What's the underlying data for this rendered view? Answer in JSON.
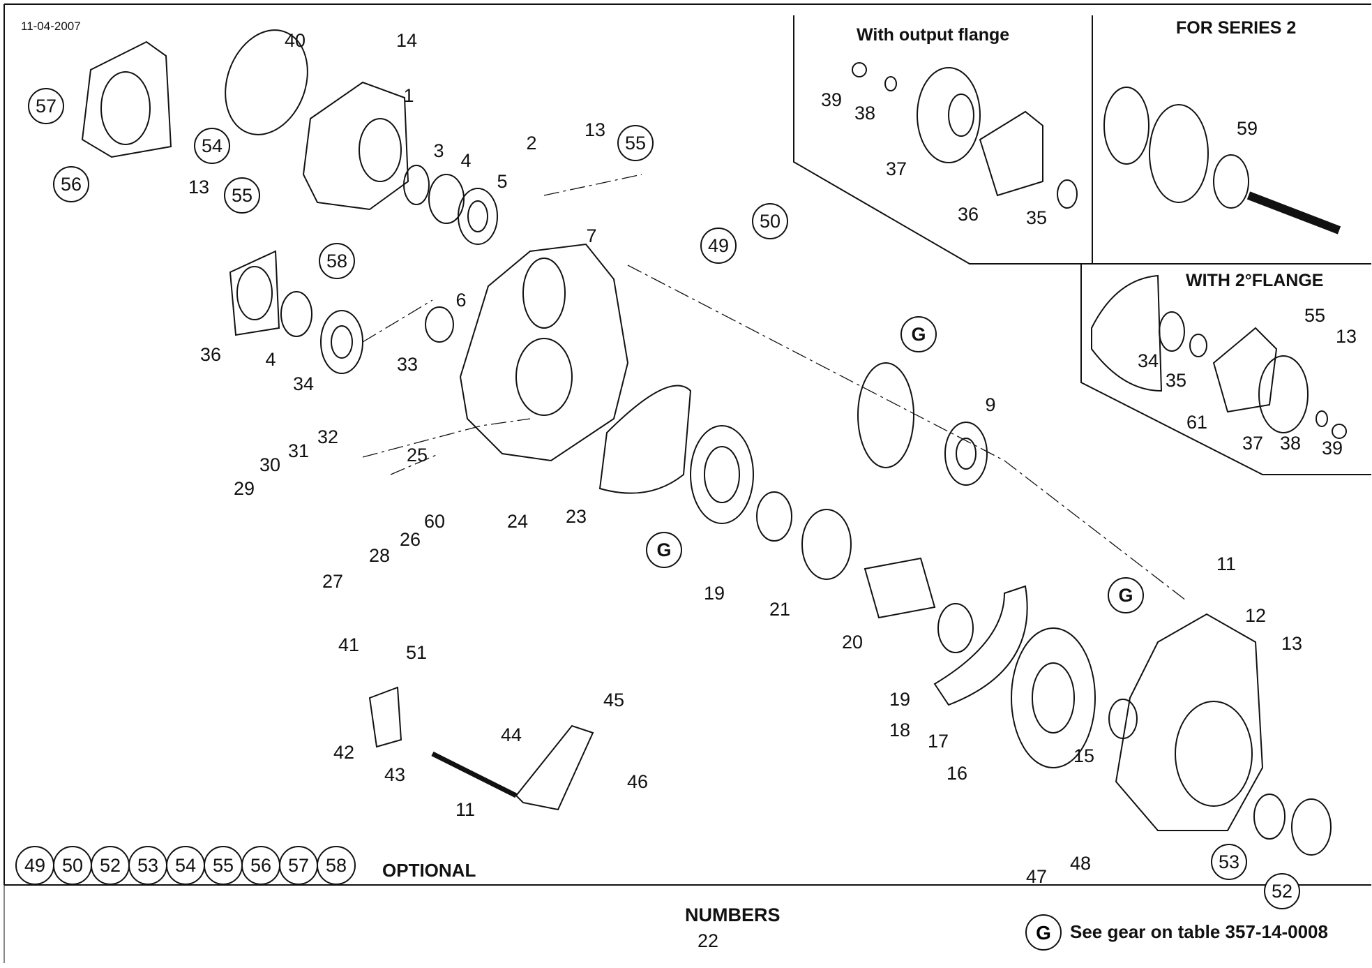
{
  "header": {
    "date": "11-04-2007"
  },
  "insets": {
    "output_flange": {
      "title": "With output flange",
      "callouts": [
        "39",
        "38",
        "37",
        "36",
        "35"
      ]
    },
    "series2": {
      "title": "FOR SERIES 2",
      "callouts": [
        "59"
      ]
    },
    "second_flange": {
      "title": "WITH 2°FLANGE",
      "callouts": [
        "55",
        "13",
        "34",
        "35",
        "61",
        "37",
        "38",
        "39"
      ]
    }
  },
  "callouts": [
    "40",
    "14",
    "1",
    "57",
    "56",
    "54",
    "13",
    "55",
    "3",
    "4",
    "5",
    "2",
    "13",
    "55",
    "7",
    "36",
    "58",
    "4",
    "34",
    "33",
    "6",
    "49",
    "50",
    "G",
    "9",
    "32",
    "31",
    "30",
    "29",
    "25",
    "60",
    "26",
    "28",
    "27",
    "24",
    "23",
    "G",
    "19",
    "21",
    "20",
    "19",
    "18",
    "17",
    "16",
    "G",
    "11",
    "12",
    "13",
    "15",
    "41",
    "51",
    "42",
    "43",
    "44",
    "45",
    "46",
    "11",
    "47",
    "48",
    "53",
    "52"
  ],
  "optional": {
    "numbers": [
      "49",
      "50",
      "52",
      "53",
      "54",
      "55",
      "56",
      "57",
      "58"
    ],
    "label": "OPTIONAL"
  },
  "footer": {
    "numbers_title": "NUMBERS",
    "numbers_value": "22",
    "gear_symbol": "G",
    "gear_note": "See gear on table 357-14-0008"
  },
  "colors": {
    "line": "#111111",
    "background": "#ffffff"
  }
}
